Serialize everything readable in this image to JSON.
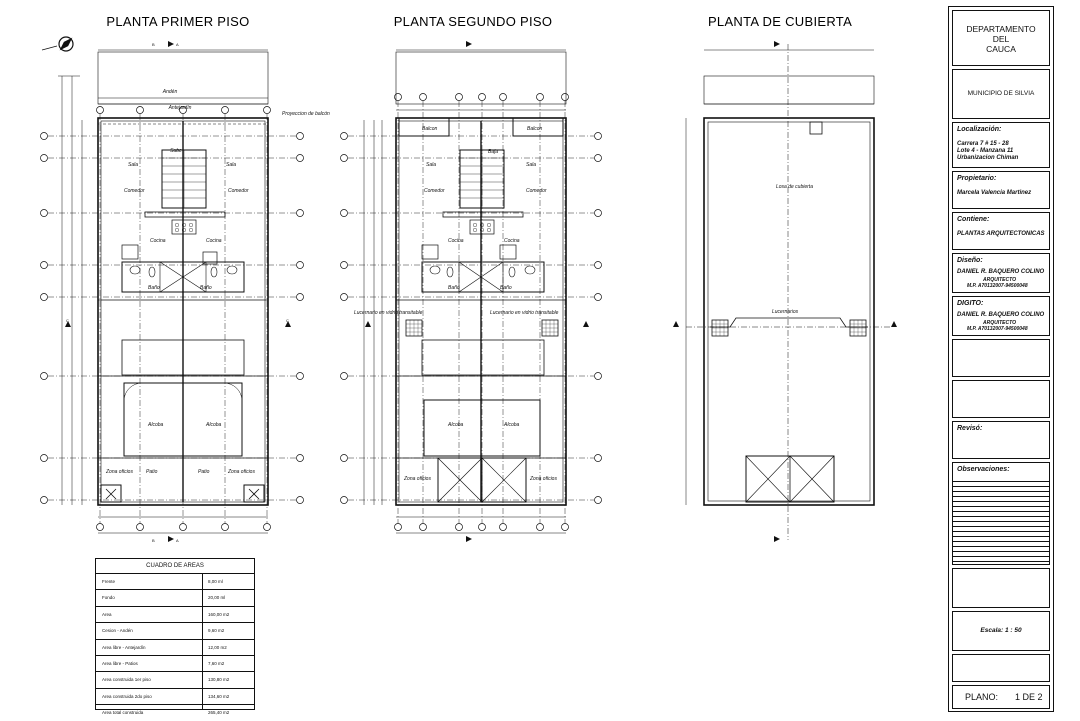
{
  "plans": {
    "first_floor": {
      "title": "PLANTA PRIMER PISO",
      "rooms": [
        "Andén",
        "Antejardín",
        "Proyeccion de balcón",
        "Sube",
        "Sala",
        "Sala",
        "Comedor",
        "Comedor",
        "Cocina",
        "Cocina",
        "Baño",
        "Baño",
        "Alcoba",
        "Alcoba",
        "Zona oficios",
        "Patio",
        "Patio",
        "Zona oficios"
      ],
      "section_b": "B",
      "section_a": "A",
      "section_c": "C"
    },
    "second_floor": {
      "title": "PLANTA SEGUNDO PISO",
      "rooms": [
        "Balcon",
        "Balcon",
        "Baja",
        "Sala",
        "Sala",
        "Comedor",
        "Comedor",
        "Cocina",
        "Cocina",
        "Baño",
        "Baño",
        "Alcoba",
        "Alcoba",
        "Zona oficios",
        "Zona oficios"
      ],
      "notes": [
        "Lucernario en vidrio transitable",
        "Lucernario en vidrio transitable"
      ]
    },
    "roof": {
      "title": "PLANTA DE CUBIERTA",
      "rooms": [
        "Losa de cubierta",
        "Lucernarios"
      ]
    }
  },
  "areas_table": {
    "title": "CUADRO DE AREAS",
    "rows": [
      {
        "label": "Frente",
        "value": "8,00 ml"
      },
      {
        "label": "Fondo",
        "value": "20,00 ml"
      },
      {
        "label": "Area",
        "value": "160,00 m2"
      },
      {
        "label": "Cesion - Andén",
        "value": "9,60 m2"
      },
      {
        "label": "Area libre - Antejardín",
        "value": "12,00 m2"
      },
      {
        "label": "Area libre - Patios",
        "value": "7,60 m2"
      },
      {
        "label": "Area construida 1er piso",
        "value": "130,80 m2"
      },
      {
        "label": "Area construida 2do piso",
        "value": "134,60 m2"
      },
      {
        "label": "Area total construida",
        "value": "265,40 m2"
      }
    ]
  },
  "title_block": {
    "department": [
      "DEPARTAMENTO",
      "DEL",
      "CAUCA"
    ],
    "municipality": "MUNICIPIO DE SILVIA",
    "location_label": "Localización:",
    "location": [
      "Carrera 7 # 15 - 28",
      "Lote 4 - Manzana 11",
      "Urbanizacion Chiman"
    ],
    "owner_label": "Propietario:",
    "owner": "Marcela Valencia Martinez",
    "contains_label": "Contiene:",
    "contains": "PLANTAS ARQUITECTONICAS",
    "design_label": "Diseño:",
    "designer": "DANIEL R. BAQUERO COLINO",
    "designer_role": "ARQUITECTO",
    "designer_mp": "M.P. A70132007-94500048",
    "drawn_label": "DIGITO:",
    "drawer": "DANIEL R. BAQUERO COLINO",
    "drawer_role": "ARQUITECTO",
    "drawer_mp": "M.P. A70132007-94500048",
    "reviewed_label": "Revisó:",
    "observations_label": "Observaciones:",
    "scale": "Escala:   1 : 50",
    "sheet_label": "PLANO:",
    "sheet_number": "1  DE  2"
  }
}
